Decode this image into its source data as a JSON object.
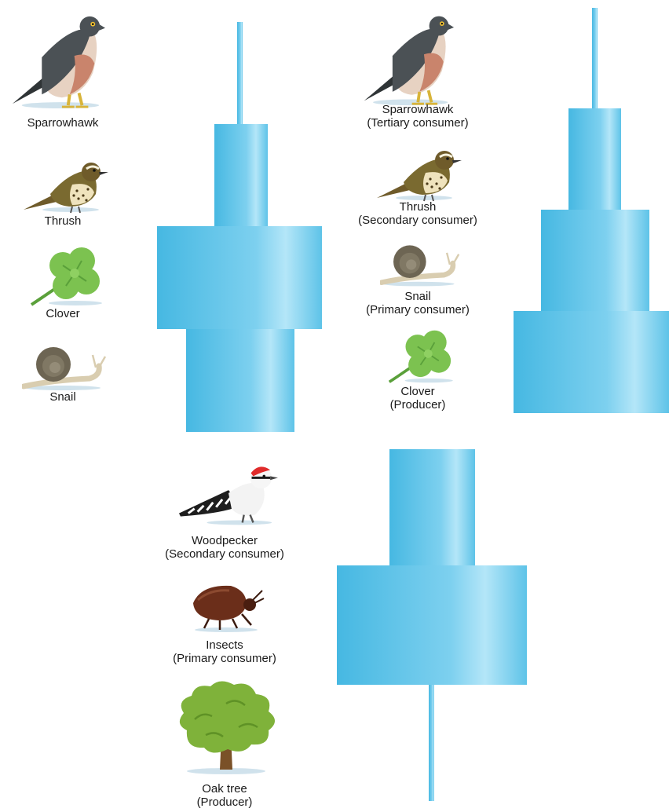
{
  "pyramid_a": {
    "items": [
      {
        "name": "Sparrowhawk",
        "icon": "sparrowhawk-icon"
      },
      {
        "name": "Thrush",
        "icon": "thrush-icon"
      },
      {
        "name": "Clover",
        "icon": "clover-icon"
      },
      {
        "name": "Snail",
        "icon": "snail-icon"
      }
    ]
  },
  "pyramid_b": {
    "items": [
      {
        "name": "Sparrowhawk",
        "role": "(Tertiary consumer)",
        "icon": "sparrowhawk-icon"
      },
      {
        "name": "Thrush",
        "role": "(Secondary consumer)",
        "icon": "thrush-icon"
      },
      {
        "name": "Snail",
        "role": "(Primary consumer)",
        "icon": "snail-icon"
      },
      {
        "name": "Clover",
        "role": "(Producer)",
        "icon": "clover-icon"
      }
    ]
  },
  "pyramid_c": {
    "items": [
      {
        "name": "Woodpecker",
        "role": "(Secondary consumer)",
        "icon": "woodpecker-icon"
      },
      {
        "name": "Insects",
        "role": "(Primary consumer)",
        "icon": "insect-icon"
      },
      {
        "name": "Oak tree",
        "role": "(Producer)",
        "icon": "oak-tree-icon"
      }
    ]
  },
  "colors": {
    "bar_main": "#5ec3e8",
    "bar_highlight": "#b4e6f8"
  }
}
